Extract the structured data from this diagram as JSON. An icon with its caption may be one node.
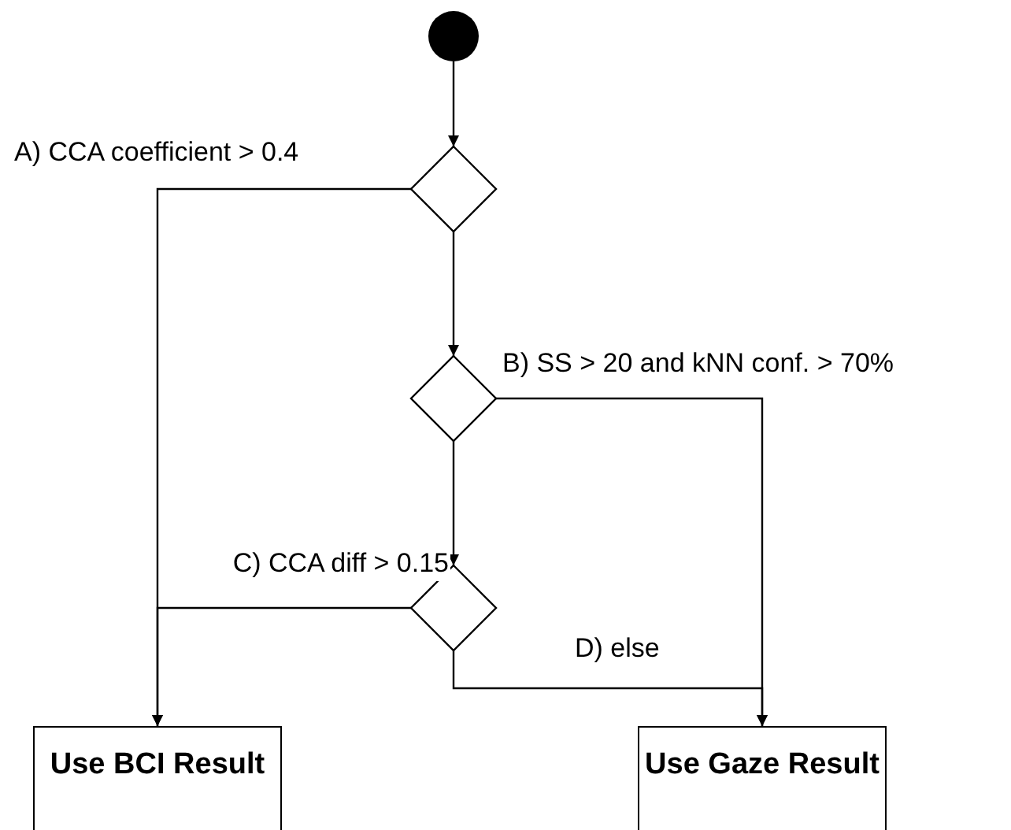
{
  "diagram": {
    "nodes": [
      {
        "text": [],
        "shape": "circle"
      },
      {
        "text": [],
        "shape": "diamond"
      },
      {
        "text": [],
        "shape": "diamond"
      },
      {
        "text": [],
        "shape": "diamond"
      },
      {
        "text": [
          "Use BCI Result"
        ]
      },
      {
        "text": [
          "Use Gaze Result"
        ]
      }
    ],
    "edges": [
      {
        "from": 0,
        "to": 1,
        "arrow": "to"
      },
      {
        "from": 1,
        "to": 4,
        "arrow": "to",
        "label": "A) CCA coefficient > 0.4"
      },
      {
        "from": 1,
        "to": 2,
        "arrow": "to"
      },
      {
        "from": 2,
        "to": 5,
        "arrow": "to",
        "label": "B) SS > 20 and kNN conf. > 70%"
      },
      {
        "from": 2,
        "to": 3,
        "arrow": "to"
      },
      {
        "from": 3,
        "to": 4,
        "arrow": "to",
        "label": "C) CCA diff > 0.15"
      },
      {
        "from": 3,
        "to": 5,
        "arrow": "to",
        "label": "D) else"
      }
    ]
  }
}
